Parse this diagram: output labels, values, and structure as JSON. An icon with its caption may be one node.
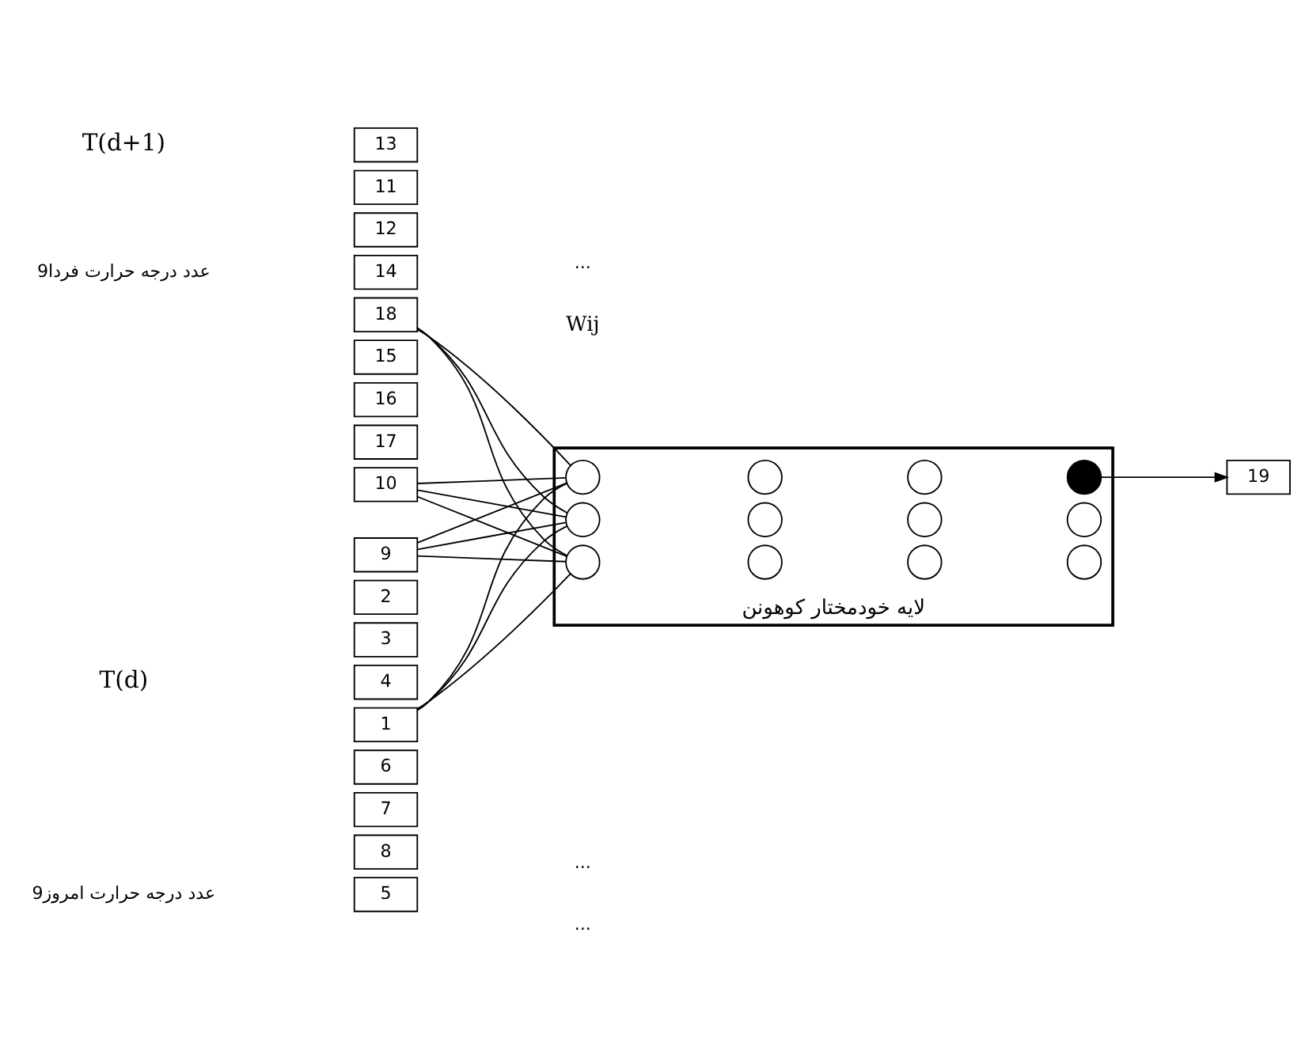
{
  "diagram": {
    "nodes": [
      {
        "text": [
          "1"
        ]
      },
      {
        "text": [
          "2"
        ]
      },
      {
        "text": [
          "3"
        ]
      },
      {
        "text": [
          "4"
        ]
      },
      {
        "text": [
          "5"
        ]
      },
      {
        "text": [
          "6"
        ]
      },
      {
        "text": [
          "7"
        ]
      },
      {
        "text": [
          "8"
        ]
      },
      {
        "text": [
          "9"
        ]
      },
      {
        "text": [
          "10"
        ]
      },
      {
        "text": [
          "11"
        ]
      },
      {
        "text": [
          "12"
        ]
      },
      {
        "text": [
          "13"
        ]
      },
      {
        "text": [
          "14"
        ]
      },
      {
        "text": [
          "15"
        ]
      },
      {
        "text": [
          "16"
        ]
      },
      {
        "text": [
          "17"
        ]
      },
      {
        "text": [
          "18"
        ]
      },
      {
        "text": [
          "لایه خودمختار کوهونن"
        ]
      },
      {
        "text": [],
        "shape": "circle",
        "in": 18
      },
      {
        "text": [],
        "shape": "circle",
        "in": 18
      },
      {
        "text": [],
        "shape": "circle",
        "in": 18
      },
      {
        "text": [],
        "shape": "circle",
        "in": 18
      },
      {
        "text": [],
        "shape": "circle",
        "in": 18
      },
      {
        "text": [],
        "shape": "circle",
        "in": 18
      },
      {
        "text": [],
        "shape": "circle",
        "in": 18
      },
      {
        "text": [],
        "shape": "circle",
        "in": 18
      },
      {
        "text": [],
        "shape": "circle",
        "in": 18
      },
      {
        "text": [],
        "shape": "circle",
        "in": 18
      },
      {
        "text": [],
        "shape": "circle",
        "in": 18
      },
      {
        "text": [],
        "shape": "circle",
        "in": 18
      },
      {
        "text": [
          "19"
        ]
      }
    ],
    "edges": [
      {
        "from": 0,
        "to": 19,
        "arrow": "none"
      },
      {
        "from": 0,
        "to": 23,
        "arrow": "none"
      },
      {
        "from": 0,
        "to": 27,
        "arrow": "none"
      },
      {
        "from": 8,
        "to": 19,
        "arrow": "none"
      },
      {
        "from": 8,
        "to": 23,
        "arrow": "none"
      },
      {
        "from": 8,
        "to": 27,
        "arrow": "none"
      },
      {
        "from": 9,
        "to": 19,
        "arrow": "none"
      },
      {
        "from": 9,
        "to": 23,
        "arrow": "none"
      },
      {
        "from": 9,
        "to": 27,
        "arrow": "none"
      },
      {
        "from": 17,
        "to": 19,
        "arrow": "none"
      },
      {
        "from": 17,
        "to": 23,
        "arrow": "none"
      },
      {
        "from": 17,
        "to": 27,
        "arrow": "none"
      },
      {
        "from": 26,
        "to": 31,
        "arrow": "to"
      }
    ],
    "labels": [
      "T(d)",
      "9عدد درجه حرارت امروز",
      "...",
      "...",
      "T(d+1)",
      "9عدد درجه حرارت فردا",
      "...",
      "Wij"
    ]
  }
}
